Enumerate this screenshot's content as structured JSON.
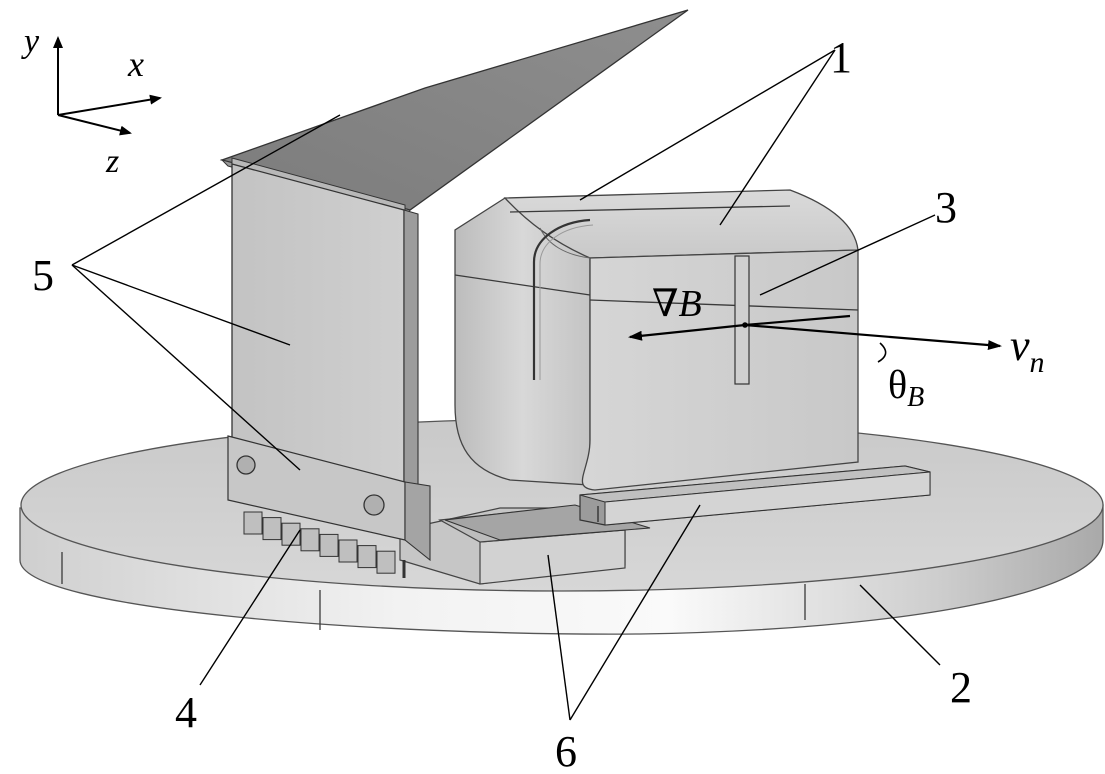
{
  "axes": {
    "x": "x",
    "y": "y",
    "z": "z"
  },
  "callouts": {
    "c1": "1",
    "c2": "2",
    "c3": "3",
    "c4": "4",
    "c5": "5",
    "c6": "6"
  },
  "vectors": {
    "grad_nabla": "∇",
    "grad_B": "B",
    "theta": "θ",
    "theta_sub": "B",
    "velocity": "v",
    "velocity_sub": "n"
  }
}
